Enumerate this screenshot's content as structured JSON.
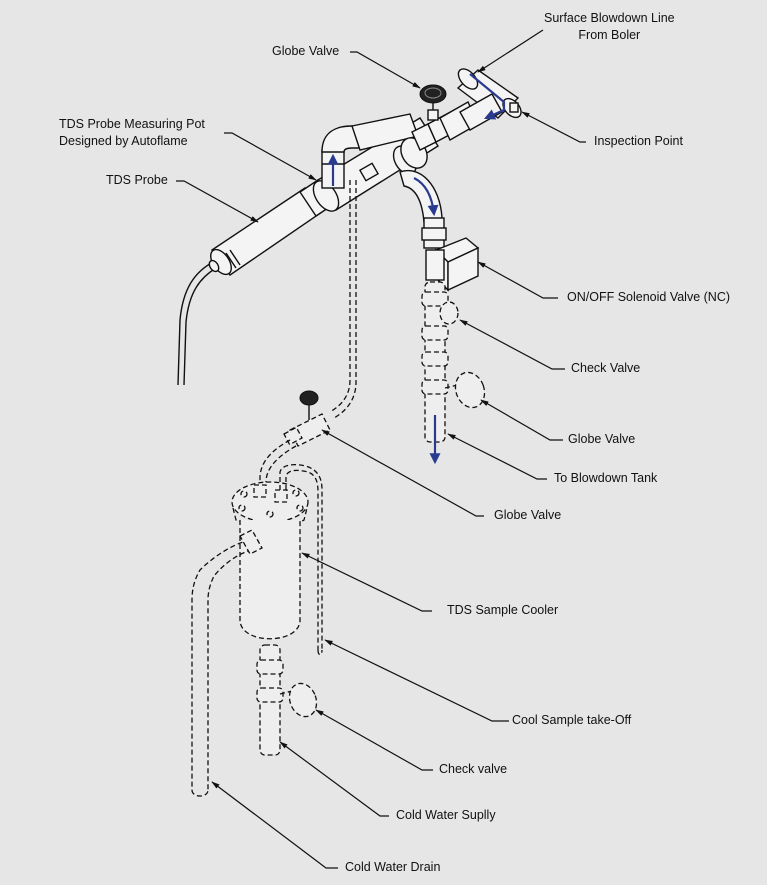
{
  "diagram": {
    "title": "TDS blowdown sampling arrangement",
    "background_color": "#e6e6e6",
    "flow_arrow_color": "#2a3a8f",
    "labels": {
      "surface_blowdown_line_1": "Surface Blowdown Line",
      "surface_blowdown_line_2": "From Boler",
      "globe_valve_top": "Globe Valve",
      "inspection_point": "Inspection Point",
      "measuring_pot_1": "TDS Probe Measuring Pot",
      "measuring_pot_2": "Designed by Autoflame",
      "tds_probe": "TDS Probe",
      "solenoid_valve": "ON/OFF Solenoid Valve (NC)",
      "check_valve_right": "Check Valve",
      "globe_valve_right": "Globe Valve",
      "to_blowdown_tank": "To Blowdown Tank",
      "globe_valve_sample": "Globe Valve",
      "tds_sample_cooler": "TDS Sample Cooler",
      "cool_sample_takeoff": "Cool Sample take-Off",
      "check_valve_bottom": "Check valve",
      "cold_water_supply": "Cold Water Suplly",
      "cold_water_drain": "Cold Water Drain"
    }
  }
}
